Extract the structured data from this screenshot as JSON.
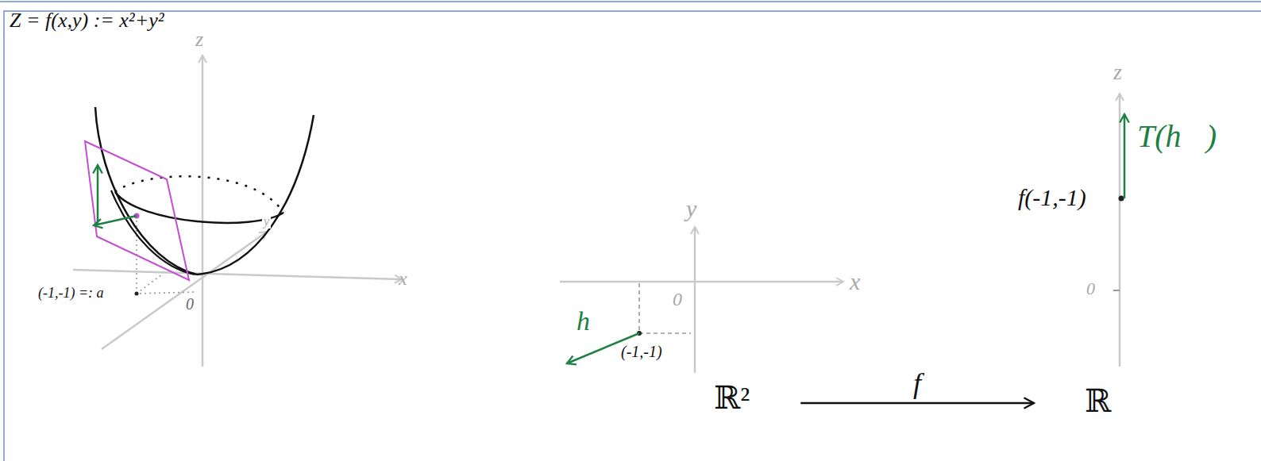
{
  "diagram": {
    "nodes": [
      {
        "text": [
          "ℝ²"
        ]
      },
      {
        "text": [
          "ℝ"
        ]
      }
    ],
    "edges": [
      {
        "from": 0,
        "to": 1,
        "arrow": "to",
        "label": "f"
      }
    ],
    "labels": [
      "z",
      "Z = f(x,y) := x²+y²",
      "y",
      "x",
      "(-1,-1) =: a",
      "0",
      "y",
      "x",
      "0",
      "h⃗",
      "(-1,-1)",
      "z",
      "f(-1,-1)",
      "0",
      "T(h⃗)"
    ]
  }
}
